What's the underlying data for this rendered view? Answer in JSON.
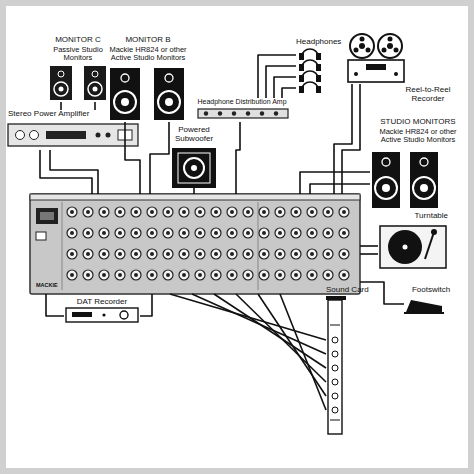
{
  "diagram": {
    "nodes": [
      {
        "text": [
          "MONITOR C",
          "Passive Studio Monitors"
        ]
      },
      {
        "text": [
          "MONITOR B",
          "Mackie HR824 or other Active Studio Monitors"
        ]
      },
      {
        "text": [
          "Headphones"
        ]
      },
      {
        "text": [
          "Reel-to-Reel Recorder"
        ]
      },
      {
        "text": [
          "Stereo Power Amplifier"
        ]
      },
      {
        "text": [
          "Headphone Distribution Amp"
        ]
      },
      {
        "text": [
          "Powered Subwoofer"
        ]
      },
      {
        "text": [
          "STUDIO MONITORS",
          "Mackie HR824 or other Active Studio Monitors"
        ]
      },
      {
        "text": [
          "MACKIE"
        ]
      },
      {
        "text": [
          "Turntable"
        ]
      },
      {
        "text": [
          "DAT Recorder"
        ]
      },
      {
        "text": [
          "Sound Card"
        ]
      },
      {
        "text": [
          "Footswitch"
        ]
      }
    ],
    "edges": [
      {
        "from": 8,
        "to": 4,
        "arrow": "none"
      },
      {
        "from": 8,
        "to": 4,
        "arrow": "none"
      },
      {
        "from": 4,
        "to": 0,
        "arrow": "none"
      },
      {
        "from": 4,
        "to": 0,
        "arrow": "none"
      },
      {
        "from": 8,
        "to": 1,
        "arrow": "none"
      },
      {
        "from": 8,
        "to": 1,
        "arrow": "none"
      },
      {
        "from": 8,
        "to": 6,
        "arrow": "none"
      },
      {
        "from": 8,
        "to": 5,
        "arrow": "none"
      },
      {
        "from": 5,
        "to": 2,
        "arrow": "none"
      },
      {
        "from": 5,
        "to": 2,
        "arrow": "none"
      },
      {
        "from": 5,
        "to": 2,
        "arrow": "none"
      },
      {
        "from": 5,
        "to": 2,
        "arrow": "none"
      },
      {
        "from": 8,
        "to": 3,
        "arrow": "none"
      },
      {
        "from": 8,
        "to": 3,
        "arrow": "none"
      },
      {
        "from": 8,
        "to": 7,
        "arrow": "none"
      },
      {
        "from": 8,
        "to": 7,
        "arrow": "none"
      },
      {
        "from": 8,
        "to": 9,
        "arrow": "none"
      },
      {
        "from": 8,
        "to": 9,
        "arrow": "none"
      },
      {
        "from": 8,
        "to": 12,
        "arrow": "none"
      },
      {
        "from": 8,
        "to": 11,
        "arrow": "none"
      },
      {
        "from": 8,
        "to": 11,
        "arrow": "none"
      },
      {
        "from": 8,
        "to": 11,
        "arrow": "none"
      },
      {
        "from": 8,
        "to": 11,
        "arrow": "none"
      },
      {
        "from": 8,
        "to": 11,
        "arrow": "none"
      },
      {
        "from": 8,
        "to": 11,
        "arrow": "none"
      },
      {
        "from": 8,
        "to": 10,
        "arrow": "none"
      },
      {
        "from": 8,
        "to": 10,
        "arrow": "none"
      }
    ]
  }
}
